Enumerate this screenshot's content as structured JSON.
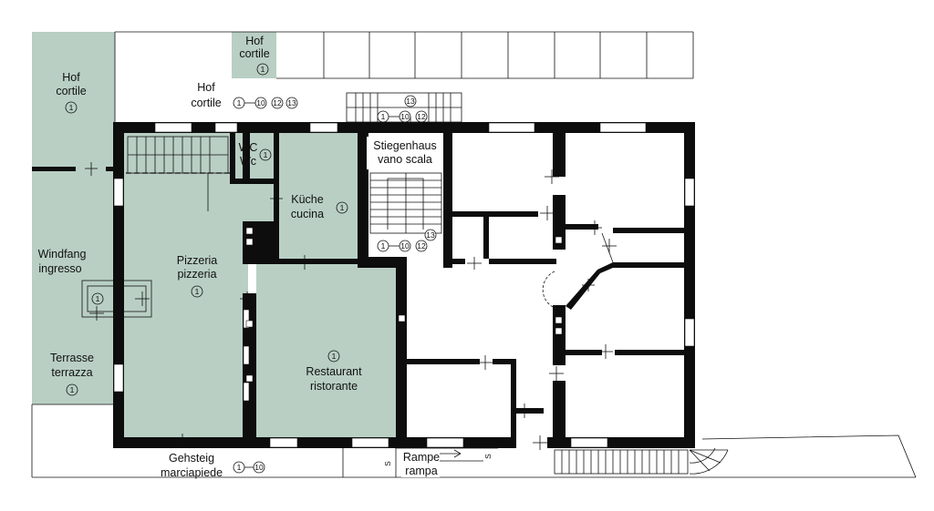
{
  "colors": {
    "zone_fill": "#b9cfc4",
    "wall": "#0d0d0d",
    "line": "#111111",
    "background": "#ffffff"
  },
  "rooms": {
    "hof_left": {
      "de": "Hof",
      "it": "cortile",
      "ref": "1"
    },
    "hof_top": {
      "de": "Hof",
      "it": "cortile",
      "ref": "1"
    },
    "hof_center": {
      "de": "Hof",
      "it": "cortile",
      "refs": [
        "1",
        "10",
        "12",
        "13"
      ]
    },
    "wc": {
      "de": "WC",
      "it": "Wc",
      "ref": "1"
    },
    "kueche": {
      "de": "Küche",
      "it": "cucina",
      "ref": "1"
    },
    "stiegenhaus": {
      "de": "Stiegenhaus",
      "it": "vano scala",
      "refs_top": [
        "13",
        "1",
        "10",
        "12"
      ],
      "refs_bottom": [
        "1",
        "10",
        "12",
        "13"
      ]
    },
    "windfang": {
      "de": "Windfang",
      "it": "ingresso",
      "ref": "1"
    },
    "pizzeria": {
      "de": "Pizzeria",
      "it": "pizzeria",
      "ref": "1"
    },
    "restaurant": {
      "de": "Restaurant",
      "it": "ristorante",
      "ref": "1"
    },
    "terrasse": {
      "de": "Terrasse",
      "it": "terrazza",
      "ref": "1"
    },
    "gehsteig": {
      "de": "Gehsteig",
      "it": "marciapiede",
      "refs": [
        "1",
        "10"
      ]
    },
    "rampe": {
      "de": "Rampe",
      "it": "rampa",
      "marks": [
        "S",
        "S"
      ]
    }
  }
}
